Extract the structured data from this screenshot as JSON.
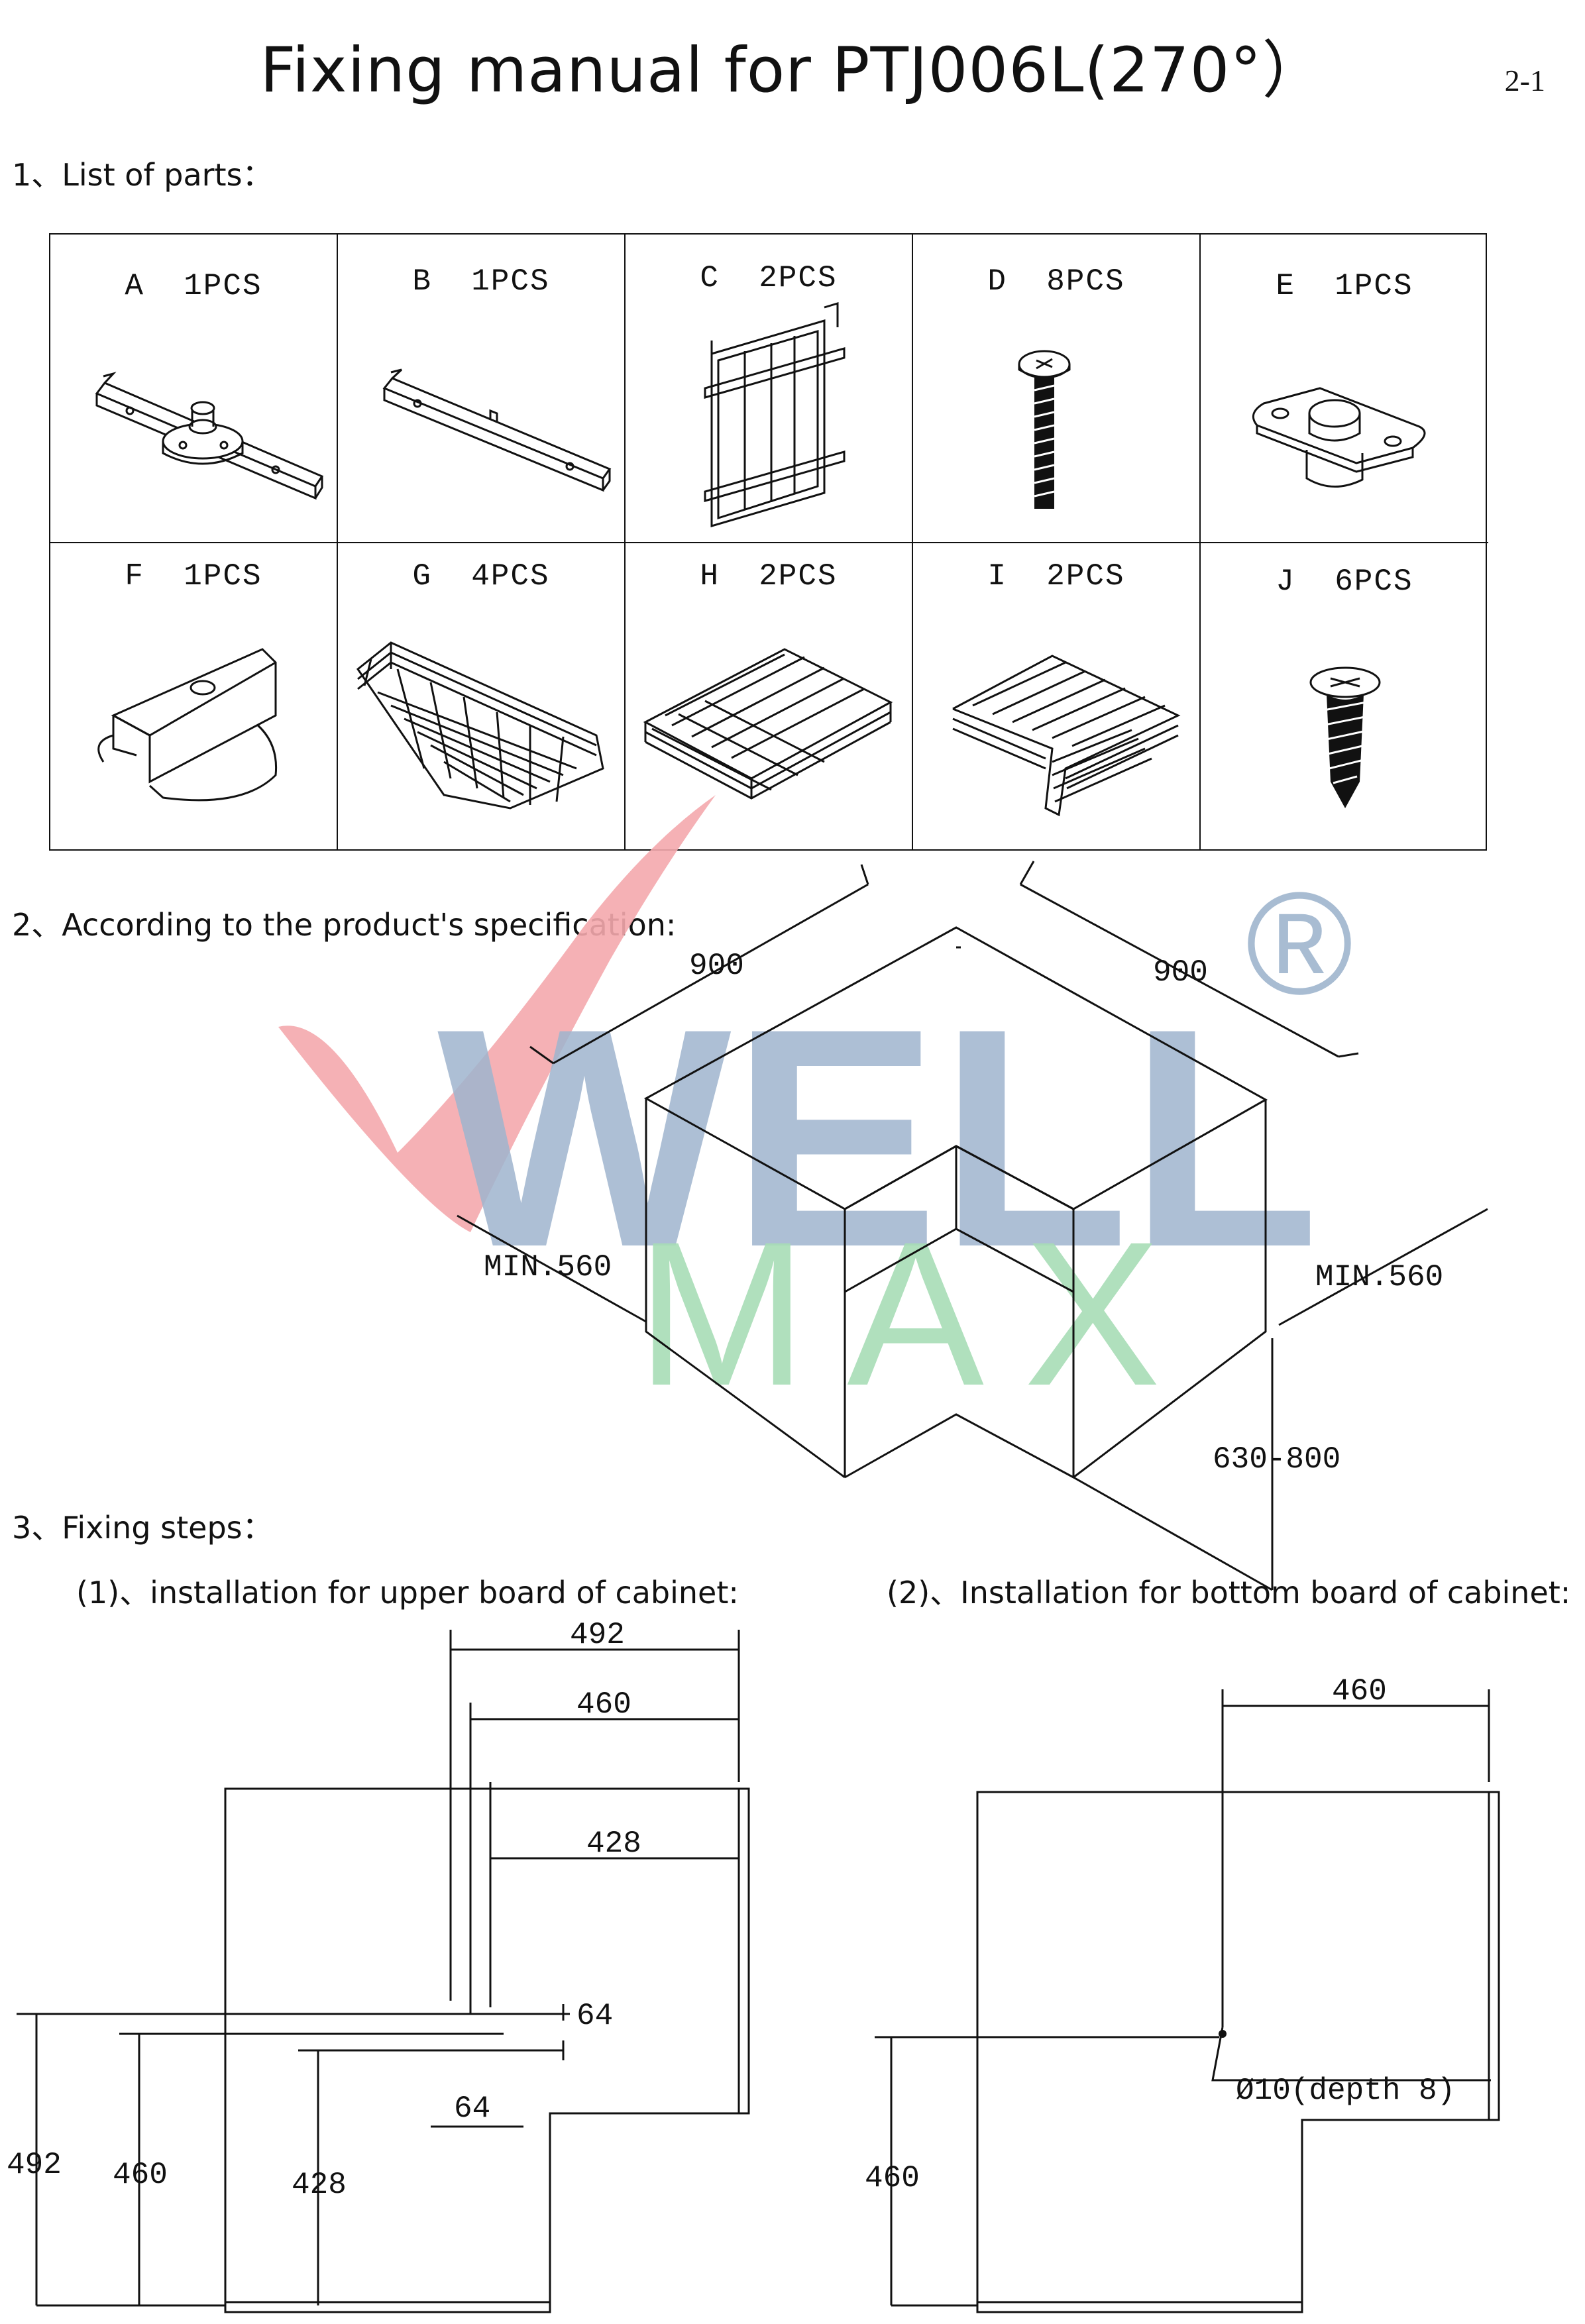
{
  "header": {
    "title": "Fixing manual for PTJ006L(270°）",
    "page": "2-1"
  },
  "sections": {
    "parts": "1、List of parts：",
    "spec": "2、According to the product's specification:",
    "steps": "3、Fixing steps：",
    "step1": "(1)、installation for upper board of cabinet:",
    "step2": "(2)、Installation for bottom board of cabinet:"
  },
  "parts": [
    {
      "letter": "A",
      "qty": "1PCS",
      "icon": "center-bracket-with-pivot-icon"
    },
    {
      "letter": "B",
      "qty": "1PCS",
      "icon": "center-bracket-icon"
    },
    {
      "letter": "C",
      "qty": "2PCS",
      "icon": "frame-rack-icon"
    },
    {
      "letter": "D",
      "qty": "8PCS",
      "icon": "bolt-screw-icon"
    },
    {
      "letter": "E",
      "qty": "1PCS",
      "icon": "bearing-plate-icon"
    },
    {
      "letter": "F",
      "qty": "1PCS",
      "icon": "bottom-bracket-icon"
    },
    {
      "letter": "G",
      "qty": "4PCS",
      "icon": "corner-basket-icon"
    },
    {
      "letter": "H",
      "qty": "2PCS",
      "icon": "wire-basket-icon"
    },
    {
      "letter": "I",
      "qty": "2PCS",
      "icon": "l-shaped-basket-icon"
    },
    {
      "letter": "J",
      "qty": "6PCS",
      "icon": "wood-screw-icon"
    }
  ],
  "spec_dims": {
    "width_left": "900",
    "width_right": "900",
    "depth_left": "MIN.560",
    "depth_right": "MIN.560",
    "height": "630-800"
  },
  "upper_board": {
    "top_492": "492",
    "top_460": "460",
    "top_428": "428",
    "offset_64_right": "64",
    "offset_64_bottom": "64",
    "left_492": "492",
    "left_460": "460",
    "left_428": "428"
  },
  "bottom_board": {
    "top_460": "460",
    "left_460": "460",
    "hole_note": "Ø10(depth 8)"
  },
  "watermark": {
    "line1": "WELL",
    "line2": "MAX",
    "mark": "®",
    "colors": {
      "check": "#f4a9ad",
      "well": "#9fb5ce",
      "max": "#a8ddb6",
      "mark": "#9fb5ce"
    }
  }
}
